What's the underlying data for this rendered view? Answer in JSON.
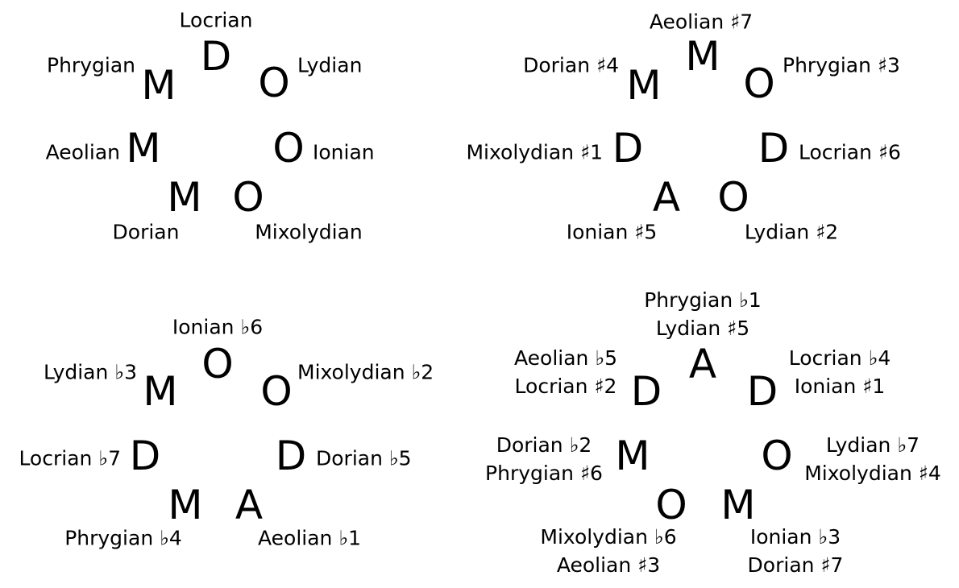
{
  "wheels": [
    {
      "id": "major",
      "letters": [
        {
          "text": "D",
          "modes": [
            "Locrian"
          ]
        },
        {
          "text": "O",
          "modes": [
            "Lydian"
          ]
        },
        {
          "text": "O",
          "modes": [
            "Ionian"
          ]
        },
        {
          "text": "O",
          "modes": [
            "Mixolydian"
          ]
        },
        {
          "text": "M",
          "modes": [
            "Dorian"
          ]
        },
        {
          "text": "M",
          "modes": [
            "Aeolian"
          ]
        },
        {
          "text": "M",
          "modes": [
            "Phrygian"
          ]
        }
      ]
    },
    {
      "id": "harmonic-major",
      "letters": [
        {
          "text": "M",
          "modes": [
            "Aeolian ♯7"
          ]
        },
        {
          "text": "O",
          "modes": [
            "Phrygian ♯3"
          ]
        },
        {
          "text": "D",
          "modes": [
            "Locrian ♯6"
          ]
        },
        {
          "text": "O",
          "modes": [
            "Lydian ♯2"
          ]
        },
        {
          "text": "A",
          "modes": [
            "Ionian ♯5"
          ]
        },
        {
          "text": "D",
          "modes": [
            "Mixolydian ♯1"
          ]
        },
        {
          "text": "M",
          "modes": [
            "Dorian ♯4"
          ]
        }
      ]
    },
    {
      "id": "harmonic-minor",
      "letters": [
        {
          "text": "O",
          "modes": [
            "Ionian ♭6"
          ]
        },
        {
          "text": "O",
          "modes": [
            "Mixolydian ♭2"
          ]
        },
        {
          "text": "D",
          "modes": [
            "Dorian ♭5"
          ]
        },
        {
          "text": "A",
          "modes": [
            "Aeolian ♭1"
          ]
        },
        {
          "text": "M",
          "modes": [
            "Phrygian ♭4"
          ]
        },
        {
          "text": "D",
          "modes": [
            "Locrian ♭7"
          ]
        },
        {
          "text": "M",
          "modes": [
            "Lydian ♭3"
          ]
        }
      ]
    },
    {
      "id": "double-harmonic",
      "letters": [
        {
          "text": "A",
          "modes": [
            "Phrygian ♭1",
            "Lydian ♯5"
          ]
        },
        {
          "text": "D",
          "modes": [
            "Locrian ♭4",
            "Ionian ♯1"
          ]
        },
        {
          "text": "O",
          "modes": [
            "Lydian ♭7",
            "Mixolydian ♯4"
          ]
        },
        {
          "text": "M",
          "modes": [
            "Ionian ♭3",
            "Dorian ♯7"
          ]
        },
        {
          "text": "O",
          "modes": [
            "Mixolydian ♭6",
            "Aeolian ♯3"
          ]
        },
        {
          "text": "M",
          "modes": [
            "Dorian ♭2",
            "Phrygian ♯6"
          ]
        },
        {
          "text": "D",
          "modes": [
            "Aeolian ♭5",
            "Locrian ♯2"
          ]
        }
      ]
    }
  ]
}
